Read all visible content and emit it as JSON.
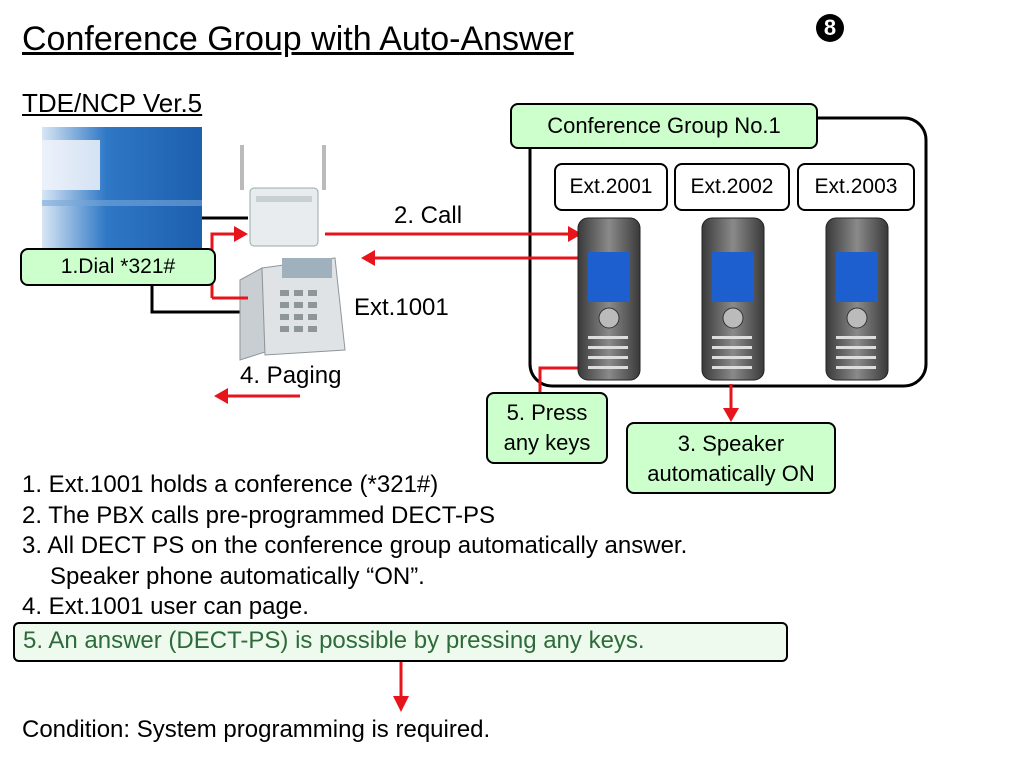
{
  "title": "Conference Group with Auto-Answer",
  "slide_number": "8",
  "subtitle": "TDE/NCP Ver.5",
  "diagram": {
    "conference_group_label": "Conference Group No.1",
    "extensions": [
      "Ext.2001",
      "Ext.2002",
      "Ext.2003"
    ],
    "call_label": "2. Call",
    "dial_label": "1.Dial *321#",
    "ext_label": "Ext.1001",
    "paging_label": "4. Paging",
    "press_keys_label": "5. Press any keys",
    "speaker_label": "3. Speaker automatically ON"
  },
  "steps": [
    "1. Ext.1001 holds a conference (*321#)",
    "2. The PBX calls pre-programmed DECT-PS",
    "3. All DECT PS on the conference group automatically answer.",
    "Speaker phone automatically “ON”.",
    "4. Ext.1001 user can page."
  ],
  "highlight_step": "5. An answer (DECT-PS) is possible by pressing any keys.",
  "condition": "Condition: System programming is required.",
  "colors": {
    "box_green": "#ccffcc",
    "arrow_red": "#e8141c",
    "step5_text": "#2e6b3a"
  }
}
